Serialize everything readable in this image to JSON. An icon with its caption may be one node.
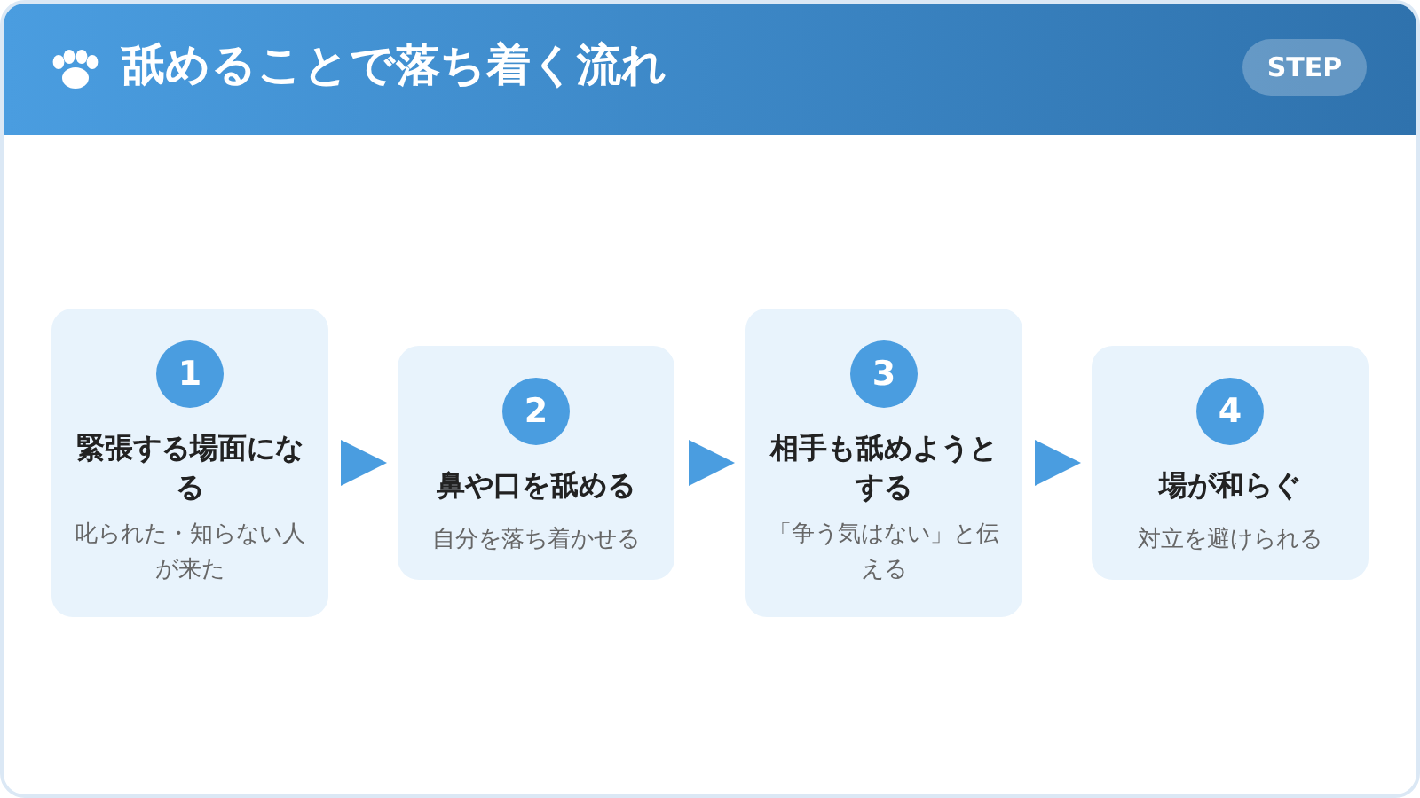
{
  "diagram": {
    "title": "舐めることで落ち着く流れ",
    "nodes": [
      {
        "text": [
          "1",
          "緊張する場面になる",
          "叱られた・知らない人が来た"
        ]
      },
      {
        "text": [
          "2",
          "鼻や口を舐める",
          "自分を落ち着かせる"
        ]
      },
      {
        "text": [
          "3",
          "相手も舐めようとする",
          "「争う気はない」と伝える"
        ]
      },
      {
        "text": [
          "4",
          "場が和らぐ",
          "対立を避けられる"
        ]
      }
    ],
    "edges": [
      {
        "from": 0,
        "to": 1,
        "arrow": "to"
      },
      {
        "from": 1,
        "to": 2,
        "arrow": "to"
      },
      {
        "from": 2,
        "to": 3,
        "arrow": "to"
      }
    ],
    "labels": [
      "STEP"
    ]
  }
}
